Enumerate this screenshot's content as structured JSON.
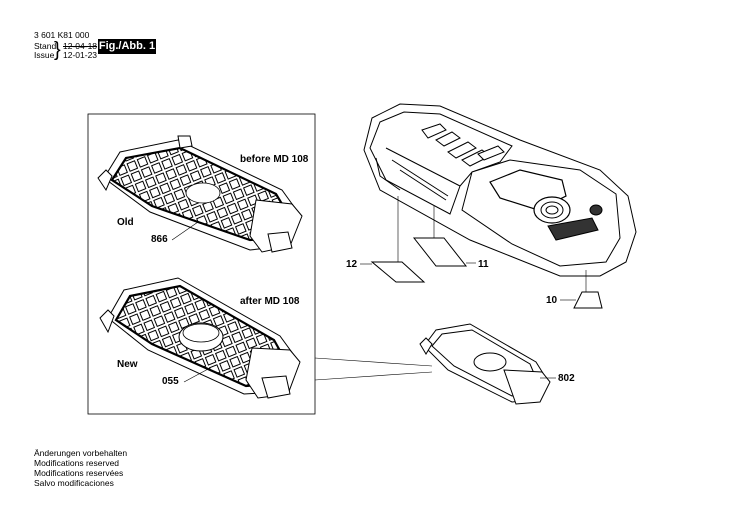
{
  "header": {
    "part_number": "3 601 K81 000",
    "stand_label": "Stand",
    "issue_label": "Issue",
    "stand_date": "12-04-18",
    "issue_date": "12-01-23",
    "figure_label": "Fig./Abb. 1"
  },
  "inset": {
    "before_label": "before MD 108",
    "old_label": "Old",
    "old_part": "866",
    "after_label": "after MD 108",
    "new_label": "New",
    "new_part": "055"
  },
  "callouts": [
    "12",
    "11",
    "10",
    "802"
  ],
  "footer": {
    "lines": [
      "Änderungen vorbehalten",
      "Modifications reserved",
      "Modifications reservées",
      "Salvo modificaciones"
    ]
  }
}
